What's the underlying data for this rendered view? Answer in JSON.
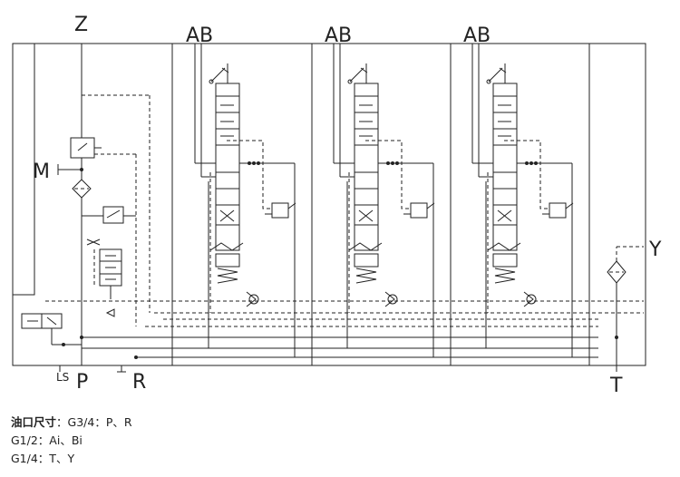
{
  "ports": {
    "z": "Z",
    "m": "M",
    "y": "Y",
    "t": "T",
    "p": "P",
    "r": "R",
    "ls": "LS",
    "sections": [
      "AB",
      "AB",
      "AB"
    ]
  },
  "specs": {
    "heading": "油口尺寸",
    "line1": "：G3/4：P、R",
    "line2": "G1/2：Ai、Bi",
    "line3": "G1/4：T、Y"
  }
}
